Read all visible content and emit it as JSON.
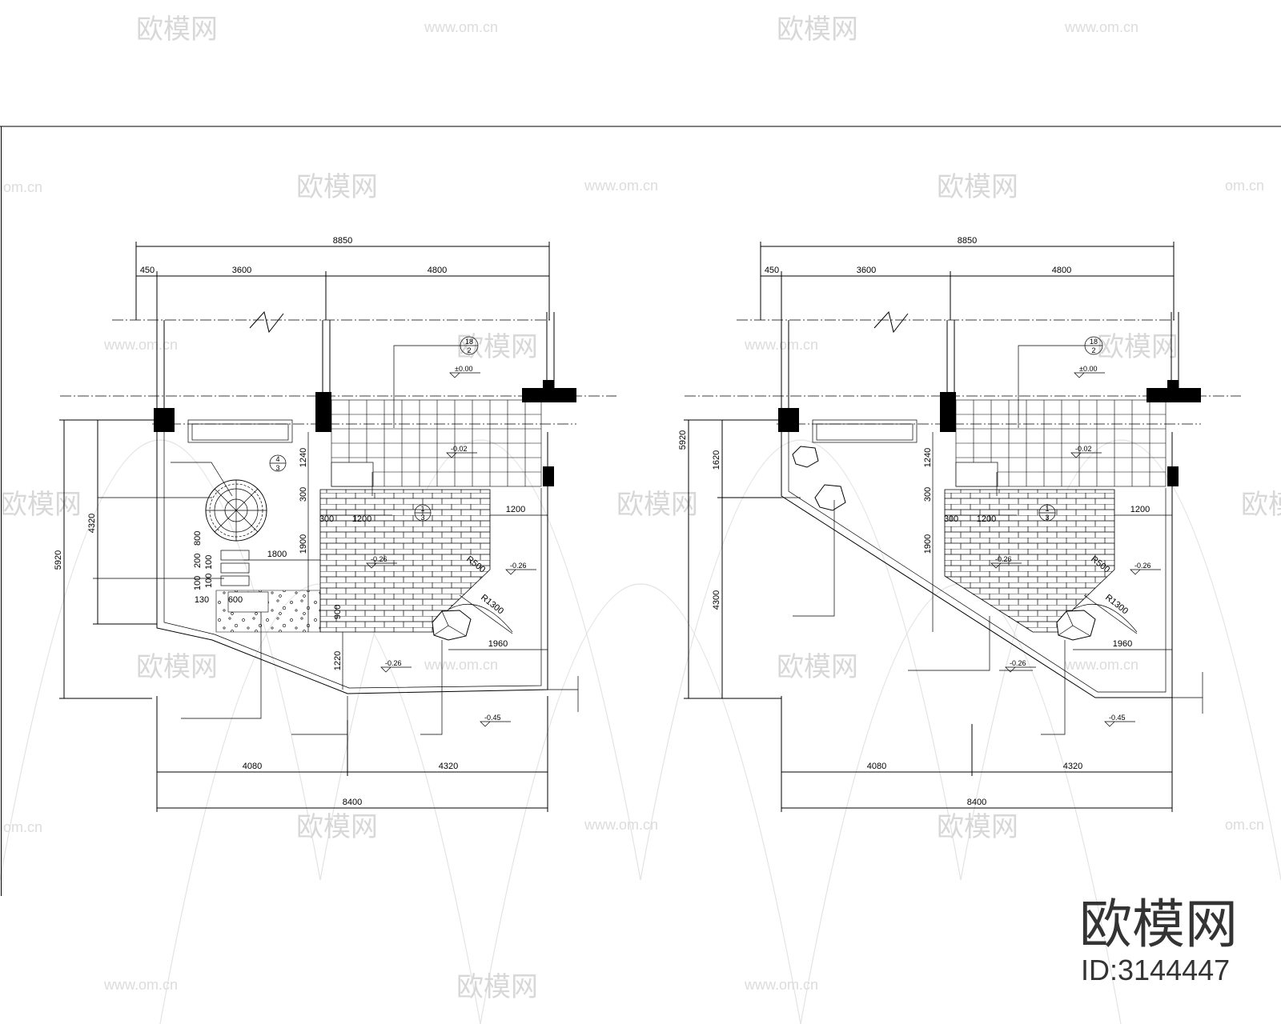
{
  "watermark": {
    "brand": "欧模网",
    "url": "www.om.cn",
    "url_partial": "om.cn"
  },
  "brand_block": {
    "name": "欧模网",
    "id_label": "ID:3144447"
  },
  "plans": [
    {
      "top_total": "8850",
      "top_segments": [
        "450",
        "3600",
        "4800"
      ],
      "bottom_segments": [
        "4080",
        "4320"
      ],
      "bottom_total": "8400",
      "left_dims": [
        "5920",
        "4320"
      ],
      "inner_dims": [
        "1240",
        "300",
        "1900",
        "900",
        "1220"
      ],
      "horizontal_dims": [
        "300",
        "1200",
        "1200",
        "1800",
        "1960"
      ],
      "small_dims": [
        "130",
        "600",
        "100",
        "200",
        "800",
        "100",
        "100"
      ],
      "radius_labels": [
        "R500",
        "R1300"
      ],
      "levels": [
        "±0.00",
        "-0.02",
        "-0.26",
        "-0.26",
        "-0.26",
        "-0.45"
      ],
      "callouts": [
        {
          "top": "18",
          "bottom": "2"
        },
        {
          "top": "4",
          "bottom": "3"
        },
        {
          "top": "1",
          "bottom": "3"
        }
      ]
    },
    {
      "top_total": "8850",
      "top_segments": [
        "450",
        "3600",
        "4800"
      ],
      "bottom_segments": [
        "4080",
        "4320"
      ],
      "bottom_total": "8400",
      "left_dims": [
        "5920",
        "1620",
        "4300"
      ],
      "inner_dims": [
        "1240",
        "300",
        "1900"
      ],
      "horizontal_dims": [
        "300",
        "1200",
        "1200",
        "1960"
      ],
      "radius_labels": [
        "R500",
        "R1300"
      ],
      "levels": [
        "±0.00",
        "-0.02",
        "-0.26",
        "-0.26",
        "-0.26",
        "-0.45"
      ],
      "callouts": [
        {
          "top": "18",
          "bottom": "2"
        },
        {
          "top": "1",
          "bottom": "3"
        }
      ]
    }
  ]
}
